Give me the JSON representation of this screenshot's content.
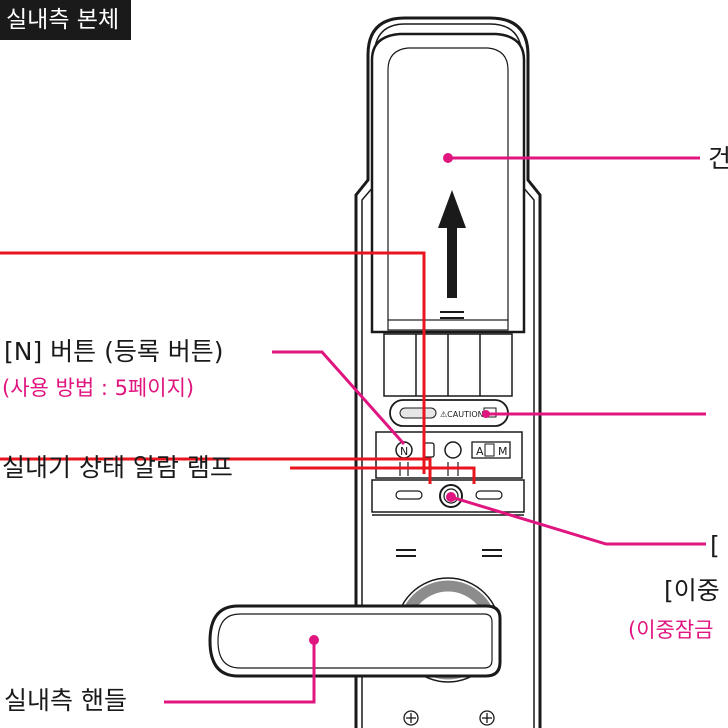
{
  "section_title": "실내측 본체",
  "labels": {
    "n_button": "[N] 버튼 (등록 버튼)",
    "n_button_ref": "(사용 방법 : 5페이지)",
    "status_lamp": "실내기 상태 알람 램프",
    "handle": "실내측 핸들",
    "battery_cover_partial": "건",
    "lower_right_partial_1": "[",
    "lower_right_partial_2": "[이중",
    "lower_right_partial_3": "(이중잠금"
  },
  "device_markings": {
    "caution": "⚠CAUTION",
    "mode_a": "A",
    "mode_m": "M",
    "n_key": "N"
  },
  "colors": {
    "leader_magenta": "#e0157f",
    "leader_red": "#e8141e",
    "outline": "#1a1a1a",
    "knob_ring": "#8c8c8c"
  }
}
